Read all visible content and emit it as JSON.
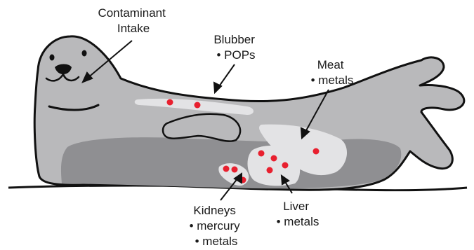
{
  "labels": {
    "intake": [
      "Contaminant",
      "Intake"
    ],
    "blubber": [
      "Blubber",
      "• POPs"
    ],
    "meat": [
      "Meat",
      "• metals"
    ],
    "kidneys": [
      "Kidneys",
      "• mercury",
      "• metals"
    ],
    "liver": [
      "Liver",
      "• metals"
    ]
  },
  "colors": {
    "body": "#b9b9bb",
    "belly": "#8f8f92",
    "highlight": "#e3e3e5",
    "outline": "#111111",
    "contaminant_dot": "#e8202f"
  }
}
